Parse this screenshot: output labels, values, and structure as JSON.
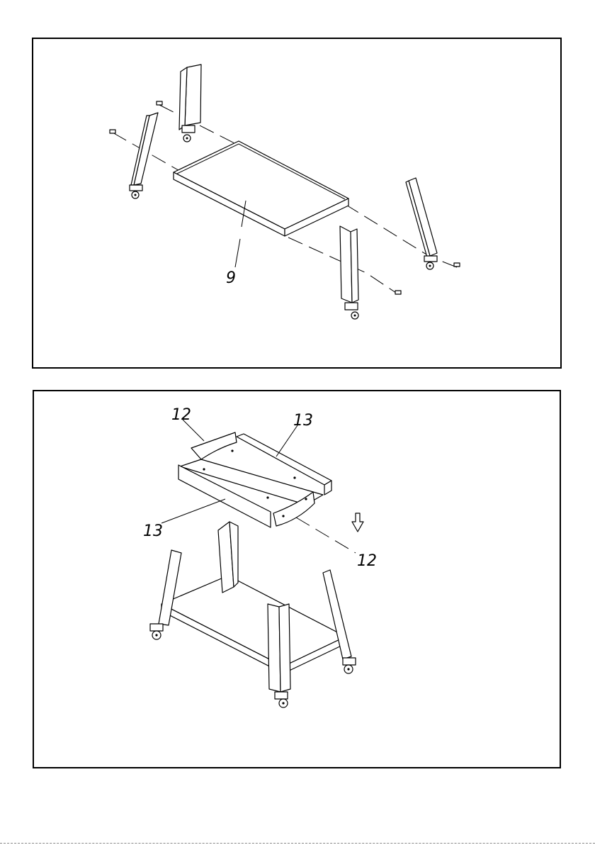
{
  "panels": [
    {
      "name": "step-1-shelf-and-legs",
      "callouts": [
        {
          "id": "shelf",
          "text": "9"
        }
      ]
    },
    {
      "name": "step-2-top-frame",
      "callouts": [
        {
          "id": "side-rail-back",
          "text": "12"
        },
        {
          "id": "front-rail-back",
          "text": "13"
        },
        {
          "id": "front-rail-front",
          "text": "13"
        },
        {
          "id": "side-rail-front",
          "text": "12"
        }
      ]
    }
  ],
  "colors": {
    "line": "#000000",
    "background": "#ffffff"
  }
}
